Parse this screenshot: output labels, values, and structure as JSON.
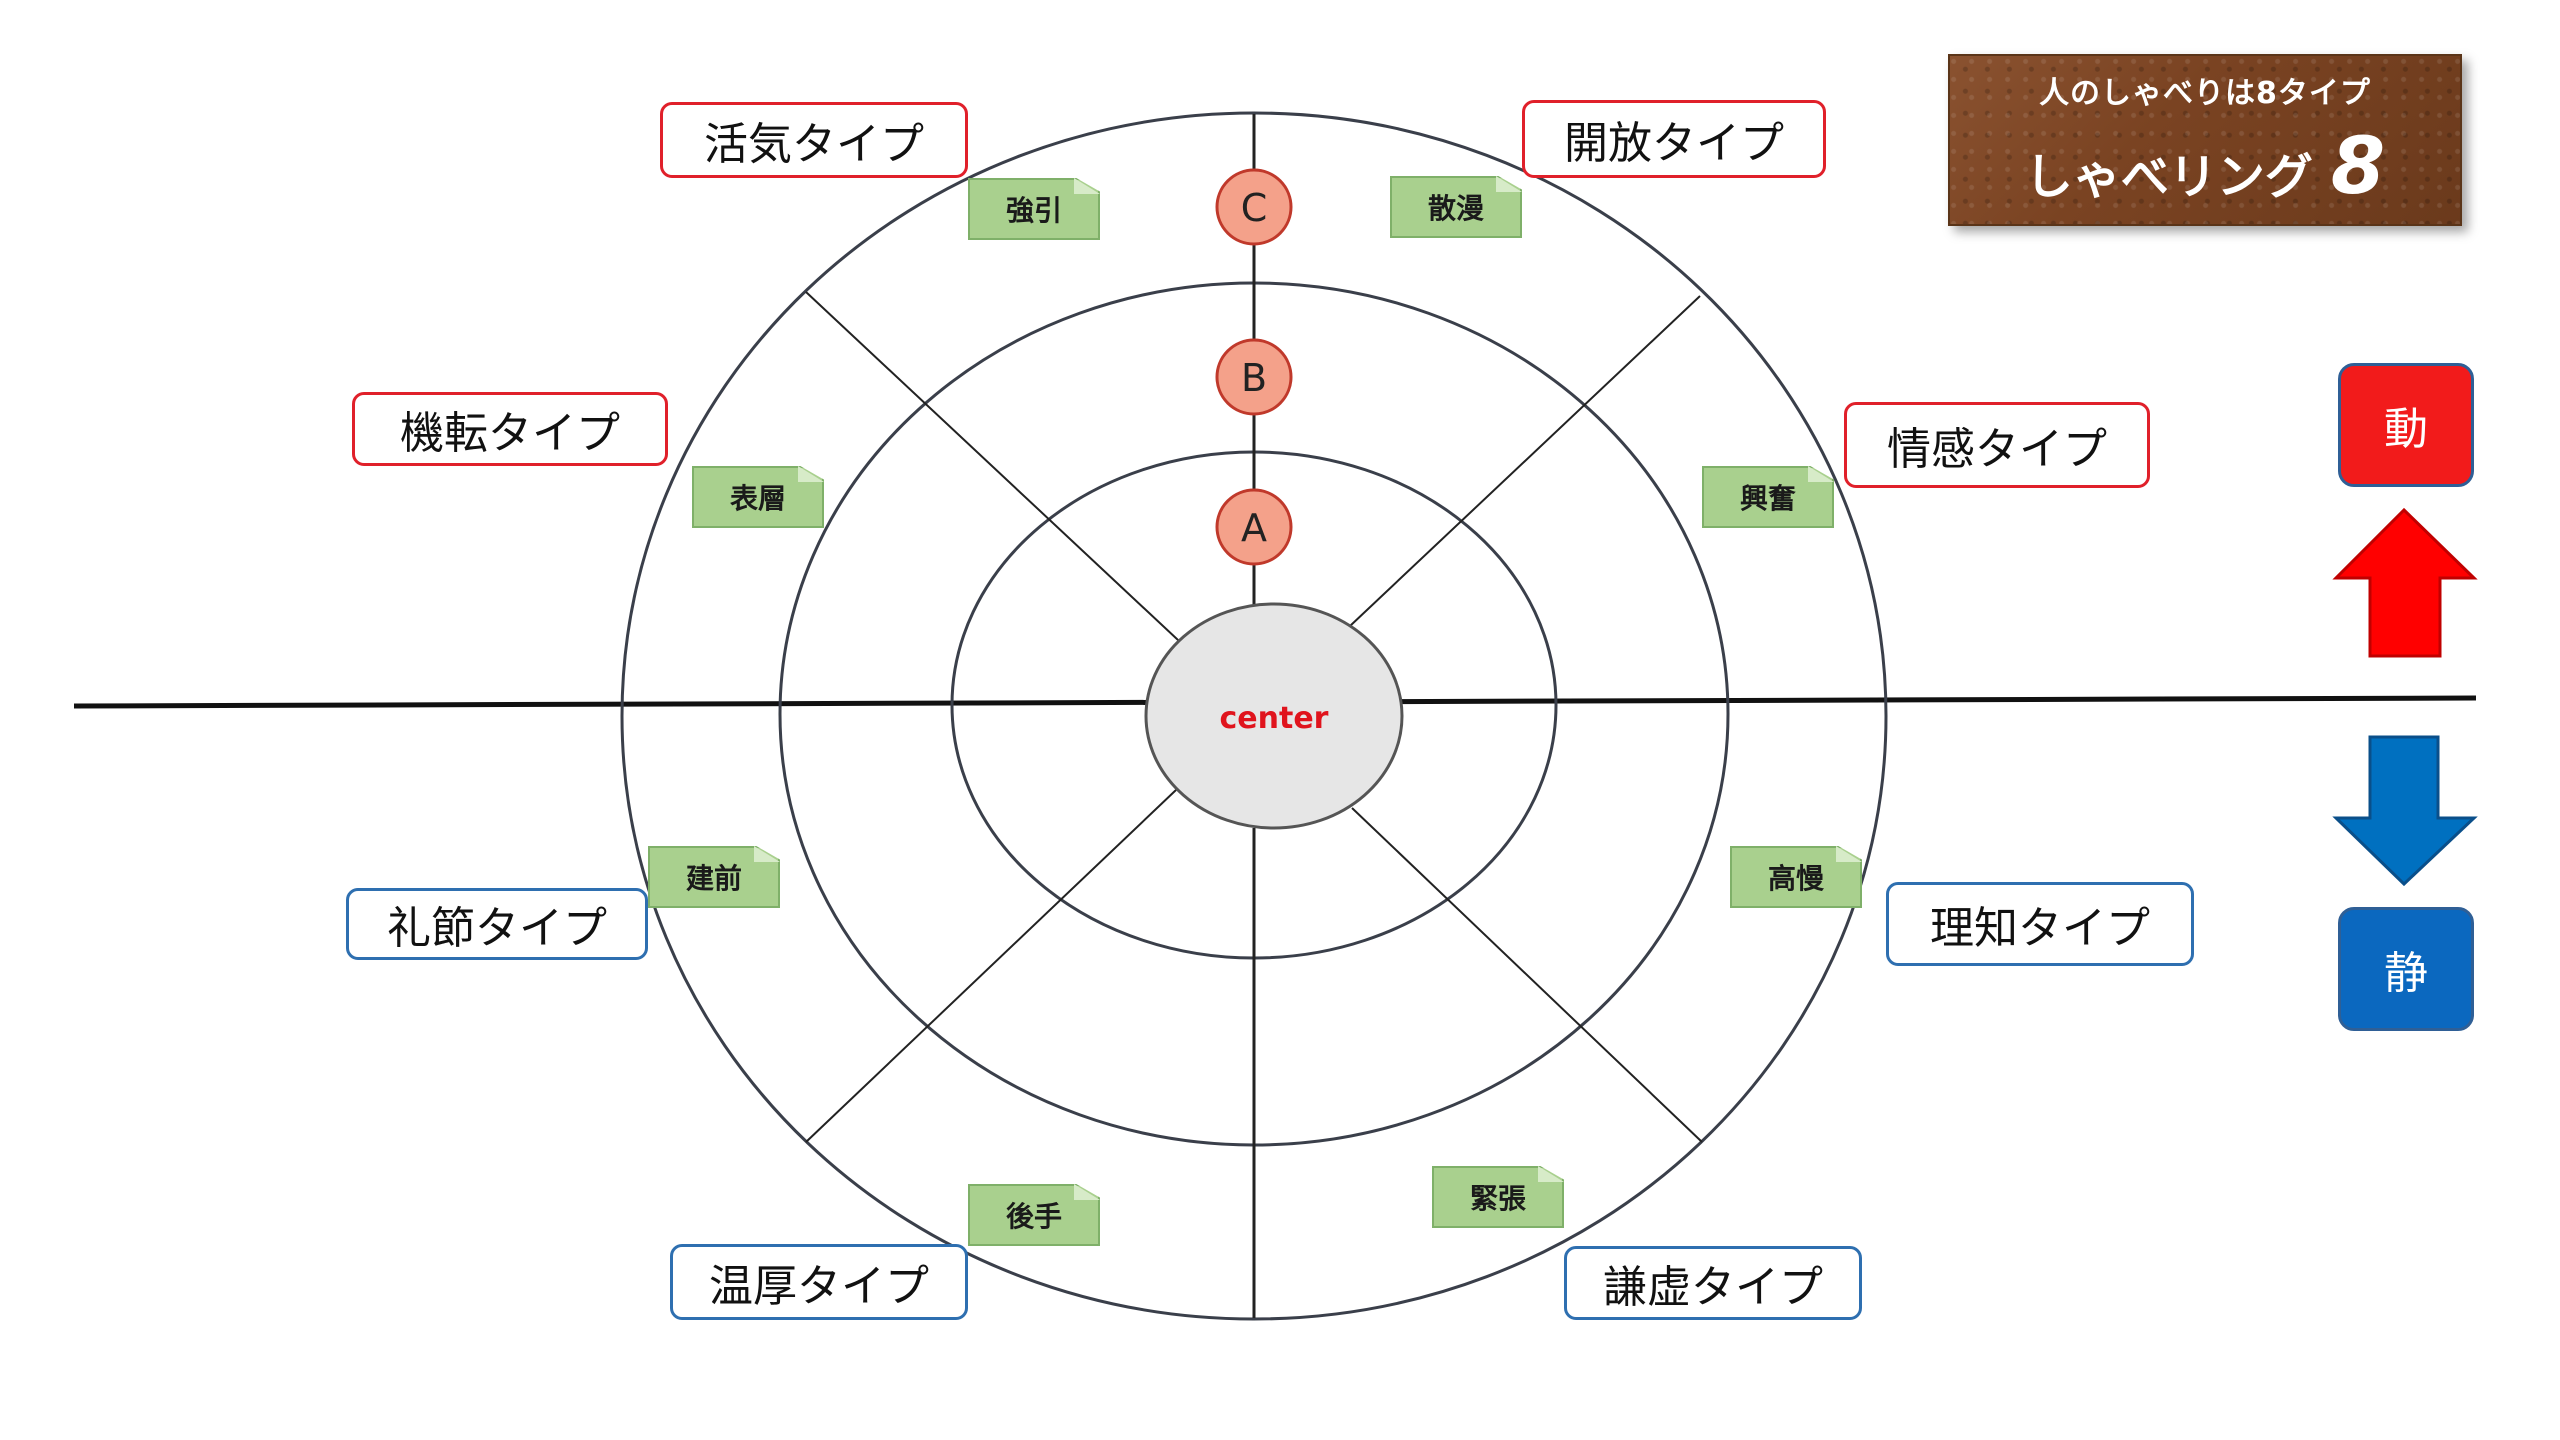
{
  "title": {
    "small": "人のしゃべりは8タイプ",
    "main": "しゃべリング",
    "number": "8"
  },
  "center_label": "center",
  "rings": [
    "A",
    "B",
    "C"
  ],
  "types": [
    {
      "id": "kakki",
      "label": "活気タイプ",
      "tone": "active"
    },
    {
      "id": "kaiho",
      "label": "開放タイプ",
      "tone": "active"
    },
    {
      "id": "kiten",
      "label": "機転タイプ",
      "tone": "active"
    },
    {
      "id": "jokan",
      "label": "情感タイプ",
      "tone": "active"
    },
    {
      "id": "reisetsu",
      "label": "礼節タイプ",
      "tone": "calm"
    },
    {
      "id": "richi",
      "label": "理知タイプ",
      "tone": "calm"
    },
    {
      "id": "onko",
      "label": "温厚タイプ",
      "tone": "calm"
    },
    {
      "id": "kenkyo",
      "label": "謙虚タイプ",
      "tone": "calm"
    }
  ],
  "tags": [
    {
      "id": "kyoin",
      "label": "強引"
    },
    {
      "id": "sanman",
      "label": "散漫"
    },
    {
      "id": "hyoso",
      "label": "表層"
    },
    {
      "id": "kofun",
      "label": "興奮"
    },
    {
      "id": "tatemae",
      "label": "建前"
    },
    {
      "id": "koman",
      "label": "高慢"
    },
    {
      "id": "gote",
      "label": "後手"
    },
    {
      "id": "kincho",
      "label": "緊張"
    }
  ],
  "side": {
    "up_label": "動",
    "down_label": "静"
  },
  "colors": {
    "active": "#e0202a",
    "calm": "#2e6fb0",
    "up_arrow": "#ff0000",
    "down_arrow": "#0070c0",
    "ring_marker": "#f4a18a",
    "tag_fill": "#a9d08e",
    "panel": "#7a4322"
  }
}
